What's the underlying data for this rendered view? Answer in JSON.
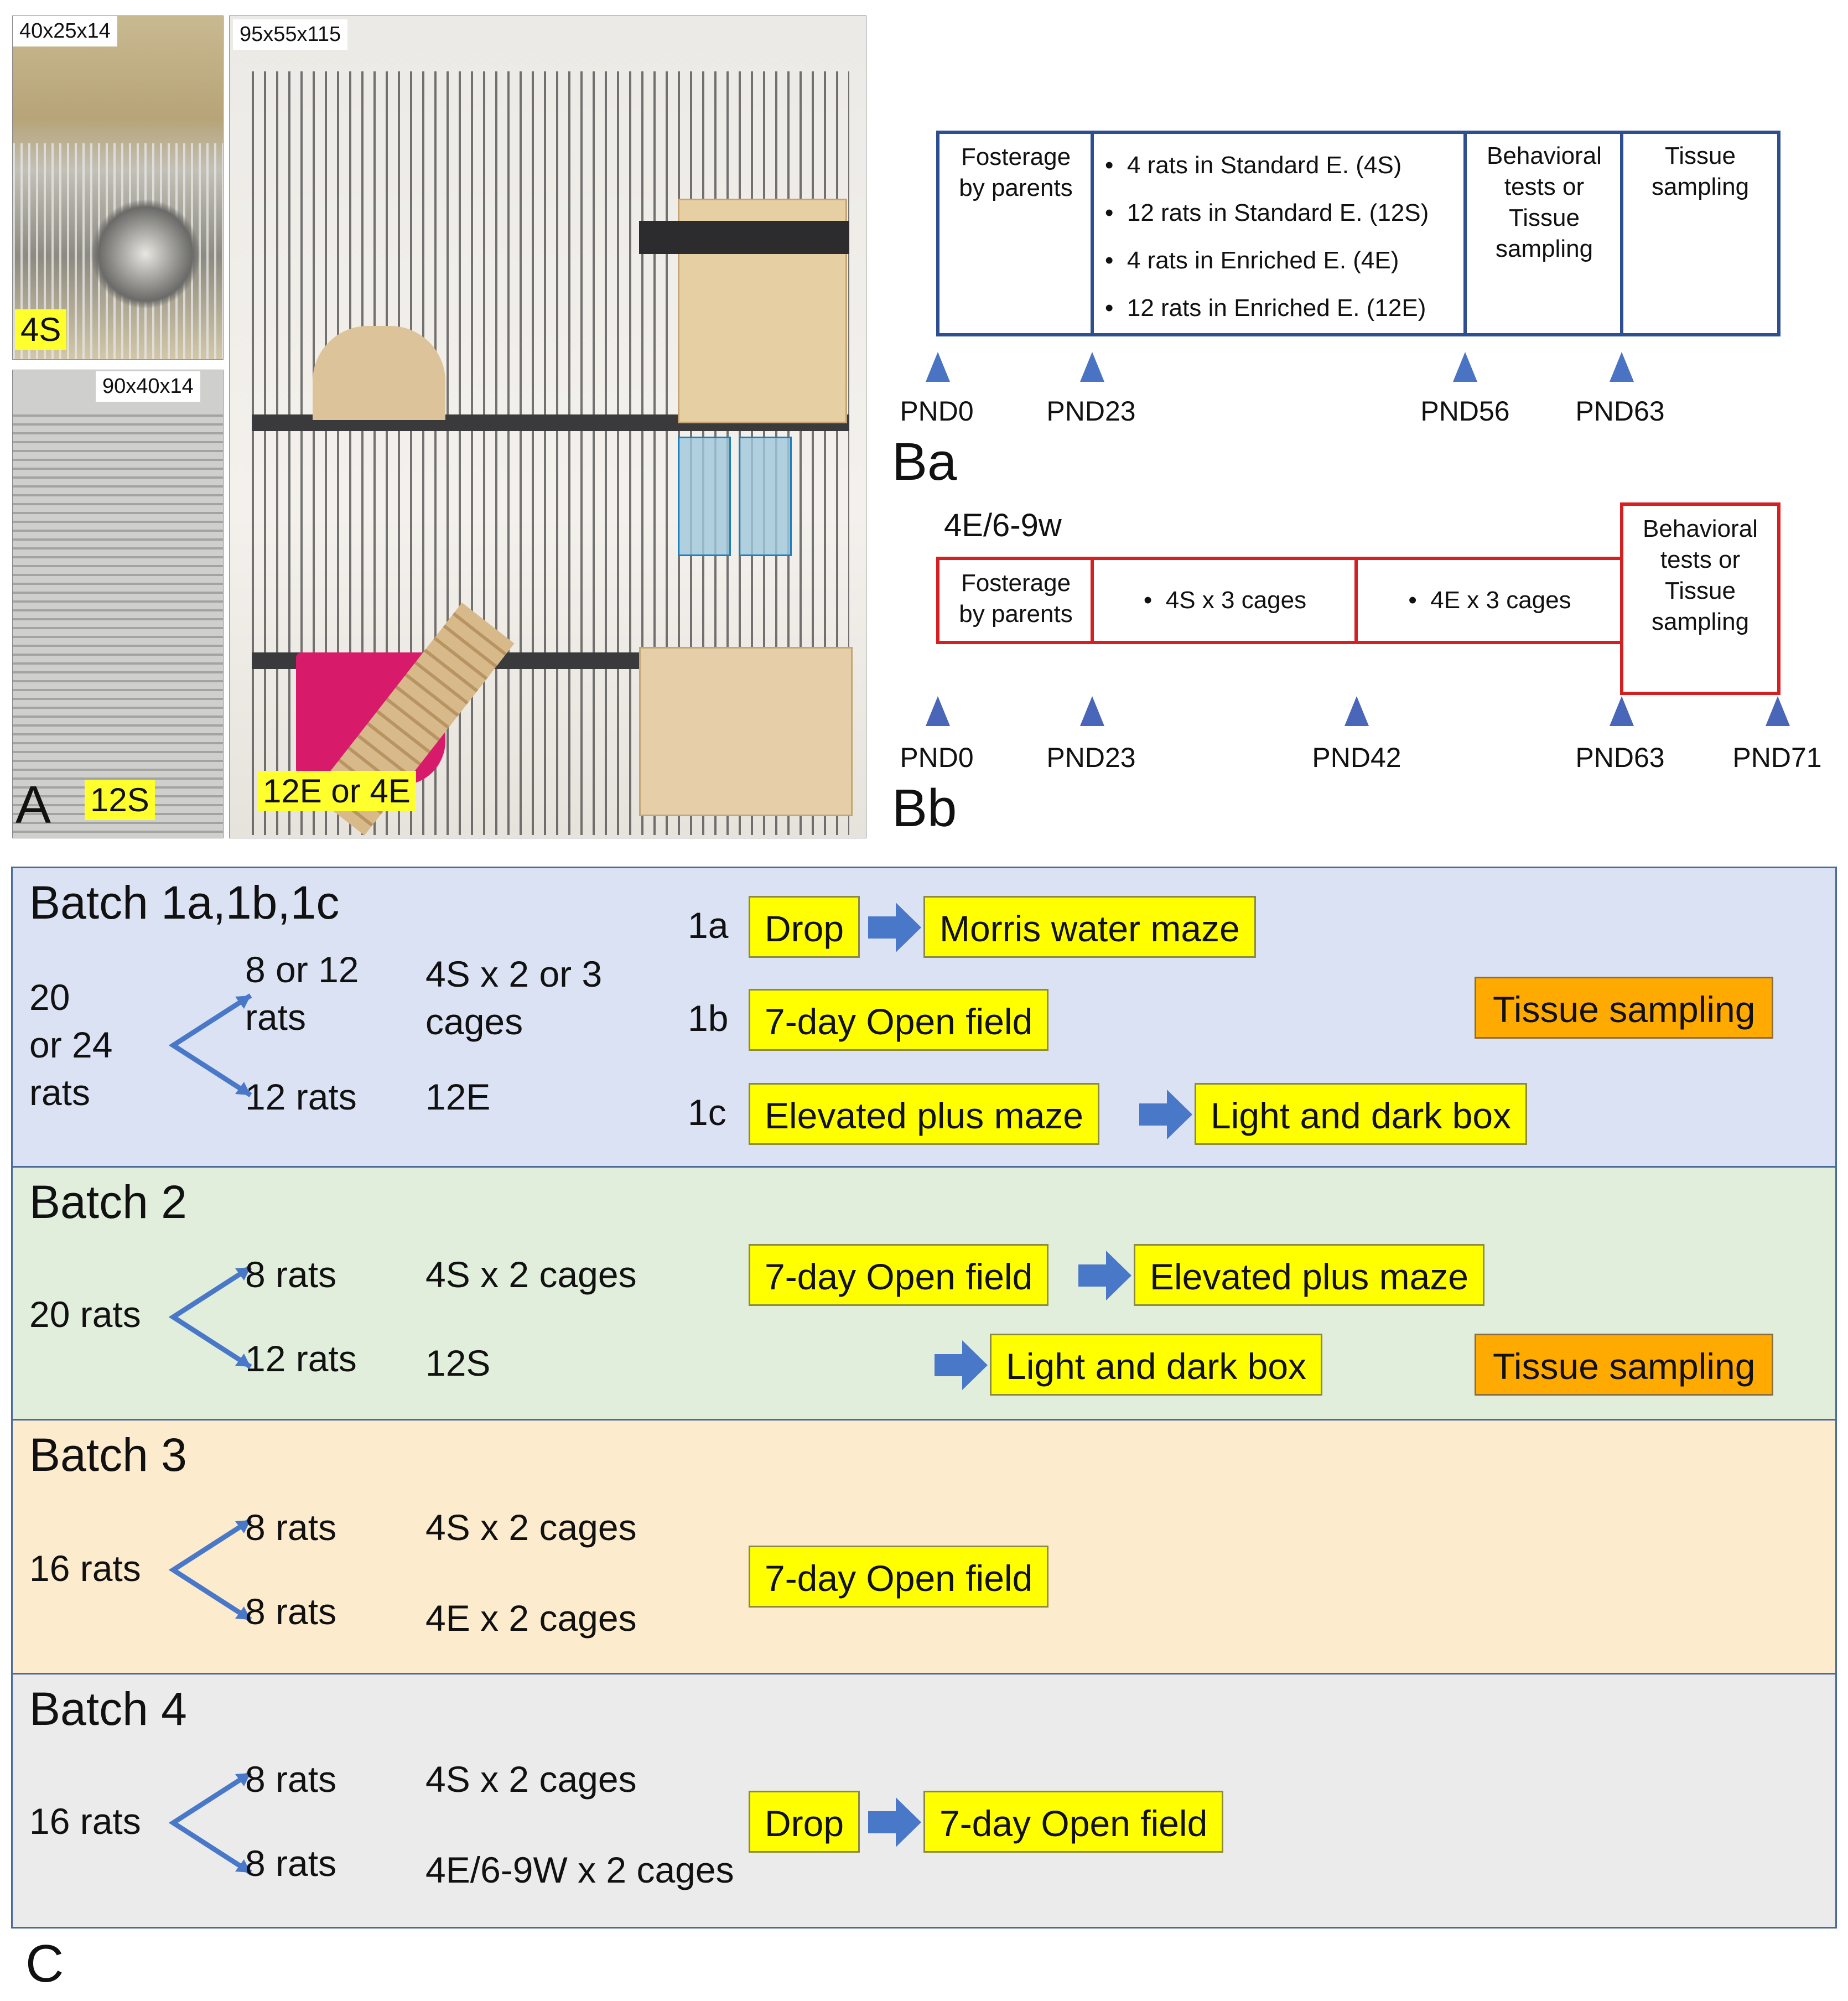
{
  "panel_a": {
    "letter": "A",
    "photo_4s": {
      "dims": "40x25x14",
      "label": "4S"
    },
    "photo_12s": {
      "dims": "90x40x14",
      "label": "12S"
    },
    "photo_12e": {
      "dims": "95x55x115",
      "label": "12E or 4E"
    }
  },
  "panel_ba": {
    "letter": "Ba",
    "boxes": {
      "fosterage": "Fosterage by parents",
      "bullets": [
        "4 rats in Standard E. (4S)",
        "12 rats in Standard E. (12S)",
        "4 rats in Enriched E. (4E)",
        "12 rats in Enriched E. (12E)"
      ],
      "behavioral": "Behavioral tests or Tissue sampling",
      "tissue": "Tissue sampling"
    },
    "pnds": [
      "PND0",
      "PND23",
      "PND56",
      "PND63"
    ],
    "color": "#2e4f8f"
  },
  "panel_bb": {
    "letter": "Bb",
    "title": "4E/6-9w",
    "boxes": {
      "fosterage": "Fosterage by parents",
      "s4": "4S x 3 cages",
      "e4": "4E x 3 cages",
      "behavioral": "Behavioral tests or Tissue sampling"
    },
    "pnds": [
      "PND0",
      "PND23",
      "PND42",
      "PND63",
      "PND71"
    ],
    "color": "#d42020"
  },
  "panel_c": {
    "letter": "C",
    "batch1": {
      "title": "Batch 1a,1b,1c",
      "total": [
        "20",
        "or 24",
        "rats"
      ],
      "groups": [
        {
          "n": "8 or 12 rats",
          "cage": "4S x 2 or 3 cages"
        },
        {
          "n": "12 rats",
          "cage": "12E"
        }
      ],
      "rows": [
        {
          "id": "1a",
          "steps": [
            "Drop",
            "Morris water maze"
          ]
        },
        {
          "id": "1b",
          "steps": [
            "7-day Open field"
          ]
        },
        {
          "id": "1c",
          "steps": [
            "Elevated plus maze",
            "Light and dark box"
          ]
        }
      ],
      "final": "Tissue sampling",
      "bg": "#dbe2f3"
    },
    "batch2": {
      "title": "Batch 2",
      "total": "20 rats",
      "groups": [
        {
          "n": "8 rats",
          "cage": "4S x 2 cages"
        },
        {
          "n": "12 rats",
          "cage": "12S"
        }
      ],
      "steps": [
        "7-day Open field",
        "Elevated plus maze",
        "Light and dark box"
      ],
      "final": "Tissue sampling",
      "bg": "#e2eedc"
    },
    "batch3": {
      "title": "Batch 3",
      "total": "16 rats",
      "groups": [
        {
          "n": "8 rats",
          "cage": "4S x 2 cages"
        },
        {
          "n": "8 rats",
          "cage": "4E x 2 cages"
        }
      ],
      "steps": [
        "7-day Open field"
      ],
      "bg": "#fcebcd"
    },
    "batch4": {
      "title": "Batch 4",
      "total": "16 rats",
      "groups": [
        {
          "n": "8 rats",
          "cage": "4S x 2 cages"
        },
        {
          "n": "8 rats",
          "cage": "4E/6-9W x 2 cages"
        }
      ],
      "steps": [
        "Drop",
        "7-day Open field"
      ],
      "bg": "#ebebeb"
    }
  }
}
